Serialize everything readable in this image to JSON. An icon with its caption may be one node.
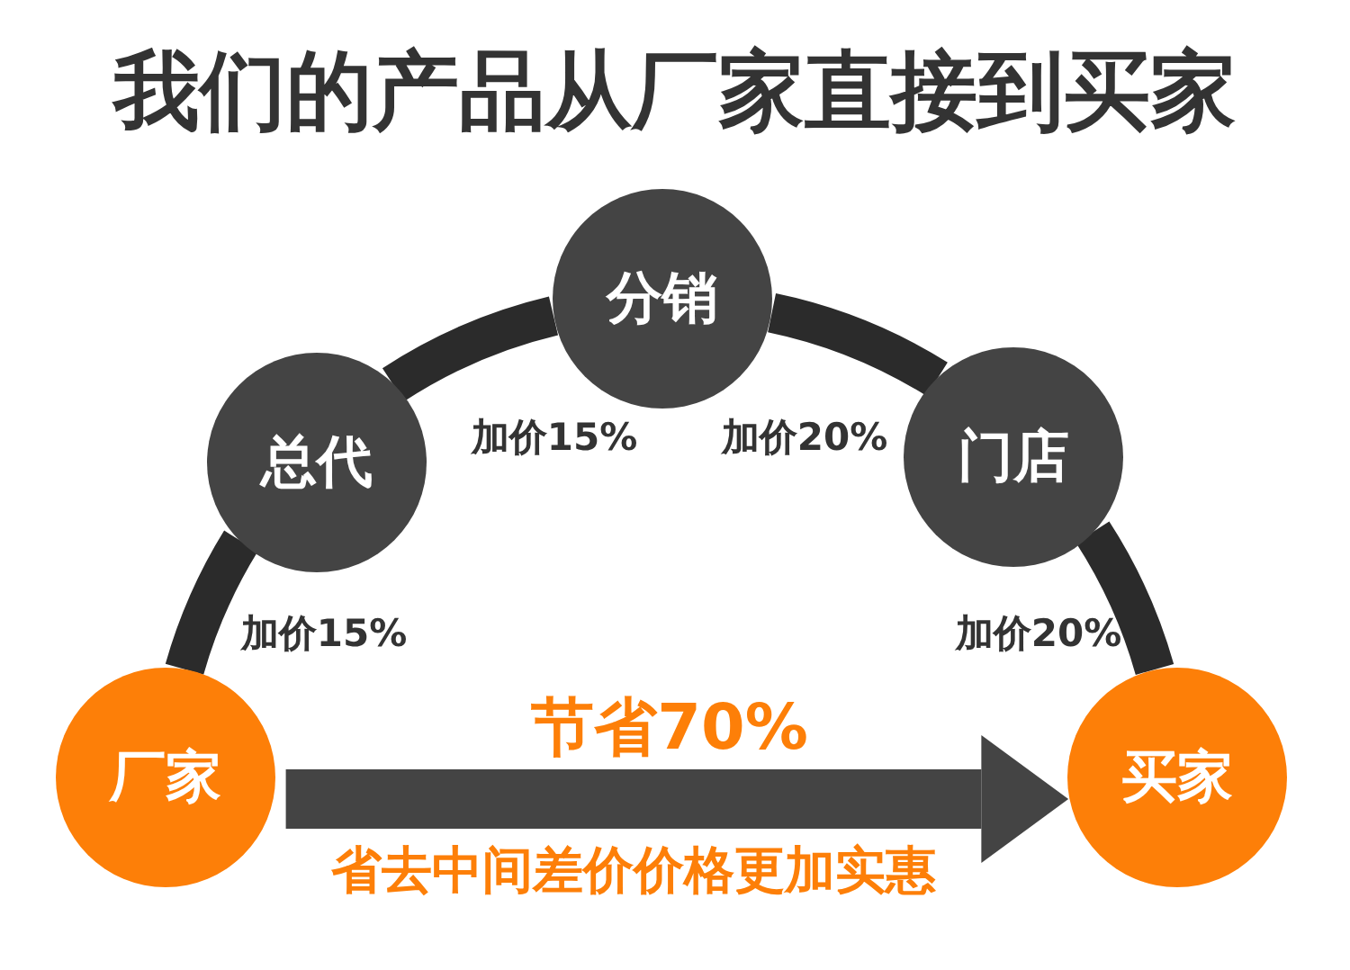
{
  "diagram": {
    "title": "我们的产品从厂家直接到买家",
    "nodes": [
      {
        "text": [
          "厂家"
        ]
      },
      {
        "text": [
          "总代"
        ]
      },
      {
        "text": [
          "分销"
        ]
      },
      {
        "text": [
          "门店"
        ]
      },
      {
        "text": [
          "买家"
        ]
      }
    ],
    "edges": [
      {
        "from": 0,
        "to": 1,
        "arrow": "none",
        "label": "加价15%"
      },
      {
        "from": 1,
        "to": 2,
        "arrow": "none",
        "label": "加价15%"
      },
      {
        "from": 2,
        "to": 3,
        "arrow": "none",
        "label": "加价20%"
      },
      {
        "from": 3,
        "to": 4,
        "arrow": "none",
        "label": "加价20%"
      },
      {
        "from": 0,
        "to": 4,
        "arrow": "to",
        "label": "节省70%"
      }
    ],
    "labels": [
      "省去中间差价价格更加实惠"
    ]
  }
}
